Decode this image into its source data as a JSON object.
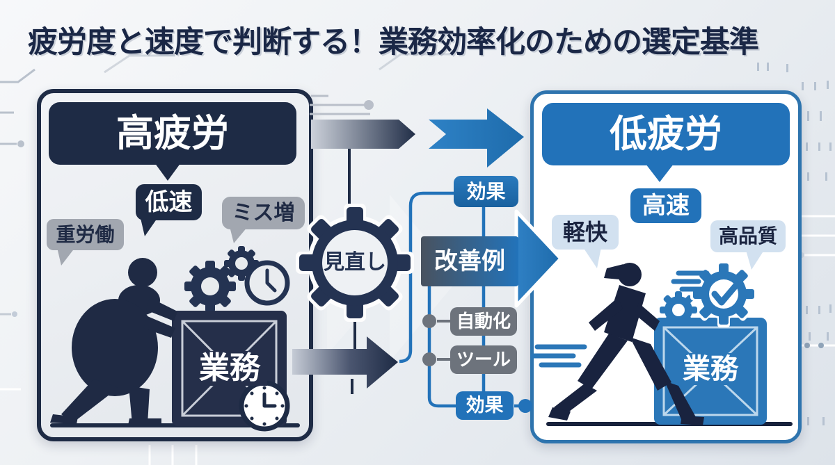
{
  "title": "疲労度と速度で判断する！業務効率化のための選定基準",
  "left_panel": {
    "header": "高疲労",
    "speed_badge": "低速",
    "mistake_bubble": "ミス増",
    "labor_bubble": "重労働",
    "task_box": "業務"
  },
  "center_flow": {
    "review_gear": "見直し",
    "effect_top": "効果",
    "improvement": "改善例",
    "automation": "自動化",
    "tool": "ツール",
    "effect_bottom": "効果"
  },
  "right_panel": {
    "header": "低疲労",
    "speed_badge": "高速",
    "light_bubble": "軽快",
    "quality_bubble": "高品質",
    "task_box": "業務"
  },
  "colors": {
    "navy": "#1e2b45",
    "blue": "#2272b9",
    "gray_badge": "#a2a7b0",
    "dark_gray_badge": "#6d737c",
    "light_blue_bubble": "#d2e1f0",
    "panel_fill_left": "#e9ecf0",
    "panel_fill_right": "#ffffff"
  }
}
